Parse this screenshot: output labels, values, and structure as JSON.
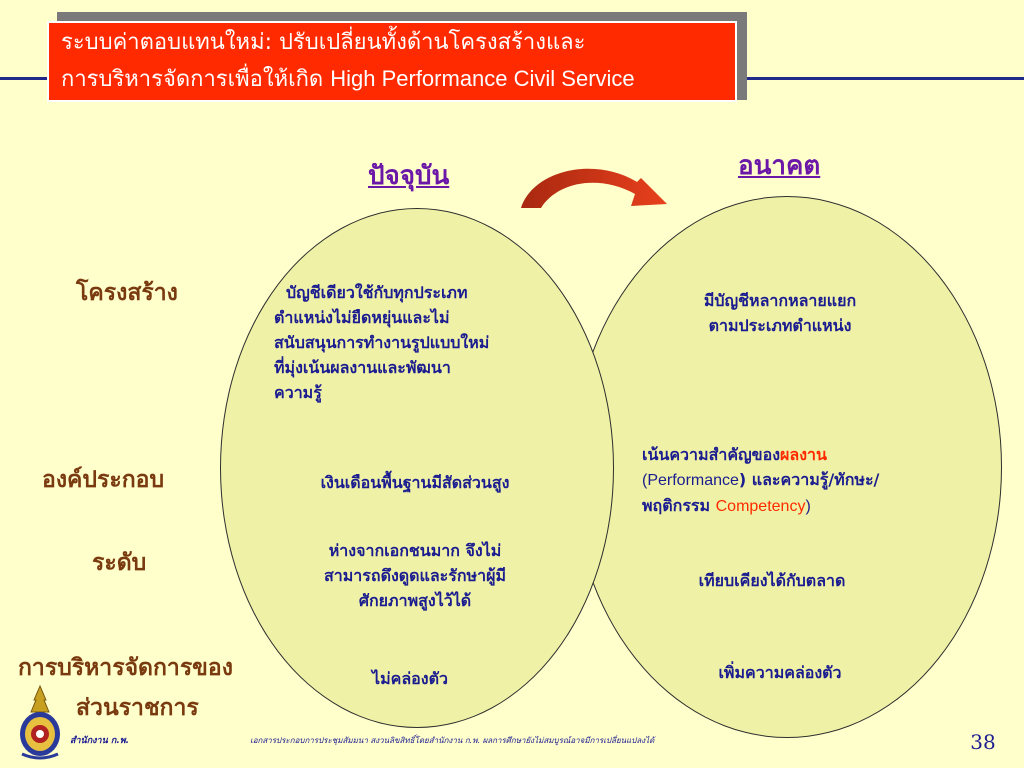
{
  "title": {
    "line1": "ระบบค่าตอบแทนใหม่: ปรับเปลี่ยนทั้งด้านโครงสร้างและ",
    "line2_thai": "การบริหารจัดการเพื่อให้เกิด",
    "line2_latin": "High Performance Civil Service"
  },
  "columns": {
    "current": "ปัจจุบัน",
    "future": "อนาคต"
  },
  "rows": {
    "structure": "โครงสร้าง",
    "component": "องค์ประกอบ",
    "level": "ระดับ",
    "management_line1": "การบริหารจัดการของ",
    "management_line2": "ส่วนราชการ"
  },
  "current": {
    "structure": [
      "บัญชีเดียวใช้กับทุกประเภท",
      "ตำแหน่งไม่ยืดหยุ่นและไม่",
      "สนับสนุนการทำงานรูปแบบใหม่",
      "ที่มุ่งเน้นผลงานและพัฒนา",
      "ความรู้"
    ],
    "component": "เงินเดือนพื้นฐานมีสัดส่วนสูง",
    "level": [
      "ห่างจากเอกชนมาก จึงไม่",
      "สามารถดึงดูดและรักษาผู้มี",
      "ศักยภาพสูงไว้ได้"
    ],
    "management": "ไม่คล่องตัว"
  },
  "future": {
    "structure": [
      "มีบัญชีหลากหลายแยก",
      "ตามประเภทตำแหน่ง"
    ],
    "component": {
      "l1_pre": "เน้นความสำคัญของ",
      "l1_highlight": "ผลงาน",
      "l2_open": "(",
      "l2_latin": "Performance",
      "l2_rest": ") และความรู้/ทักษะ/",
      "l3_thai": "พฤติกรรม ",
      "l3_latin": "Competency",
      "l3_close": ")"
    },
    "level": "เทียบเคียงได้กับตลาด",
    "management": "เพิ่มความคล่องตัว"
  },
  "footer": {
    "org": "สำนักงาน ก.พ.",
    "note": "เอกสารประกอบการประชุมสัมมนา สงวนลิขสิทธิ์โดยสำนักงาน ก.พ. ผลการศึกษายังไม่สมบูรณ์อาจมีการเปลี่ยนแปลงได้",
    "page": "38"
  },
  "icons": {
    "logo": "office-emblem-icon",
    "arrow": "curved-arrow-icon"
  },
  "colors": {
    "background": "#FFFFCC",
    "title_bg": "#FF2A00",
    "rule": "#1F2A8A",
    "column_heading": "#6B18A8",
    "row_label": "#7A3A10",
    "body_text": "#1B1C90",
    "highlight": "#FF2A00",
    "ellipse_fill": "#EFF2A6"
  }
}
